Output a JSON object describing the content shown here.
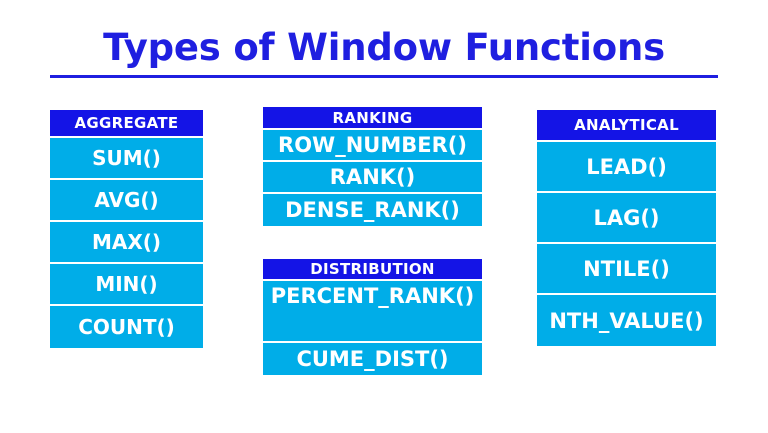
{
  "slide": {
    "title": "Types of Window Functions",
    "accent_color": "#1f1fe0",
    "header_color": "#1414e6",
    "row_color": "#00ade8",
    "text_color": "#ffffff",
    "background_color": "#ffffff"
  },
  "groups": [
    {
      "id": "aggregate",
      "header": "AGGREGATE",
      "items": [
        {
          "label": "SUM()"
        },
        {
          "label": "AVG()"
        },
        {
          "label": "MAX()"
        },
        {
          "label": "MIN()"
        },
        {
          "label": "COUNT()"
        }
      ]
    },
    {
      "id": "ranking",
      "header": "RANKING",
      "items": [
        {
          "label": "ROW_NUMBER()"
        },
        {
          "label": "RANK()"
        },
        {
          "label": "DENSE_RANK()"
        }
      ]
    },
    {
      "id": "distribution",
      "header": "DISTRIBUTION",
      "items": [
        {
          "label": "PERCENT_RANK()"
        },
        {
          "label": "CUME_DIST()"
        }
      ]
    },
    {
      "id": "analytical",
      "header": "ANALYTICAL",
      "items": [
        {
          "label": "LEAD()"
        },
        {
          "label": "LAG()"
        },
        {
          "label": "NTILE()"
        },
        {
          "label": "NTH_VALUE()"
        }
      ]
    }
  ]
}
